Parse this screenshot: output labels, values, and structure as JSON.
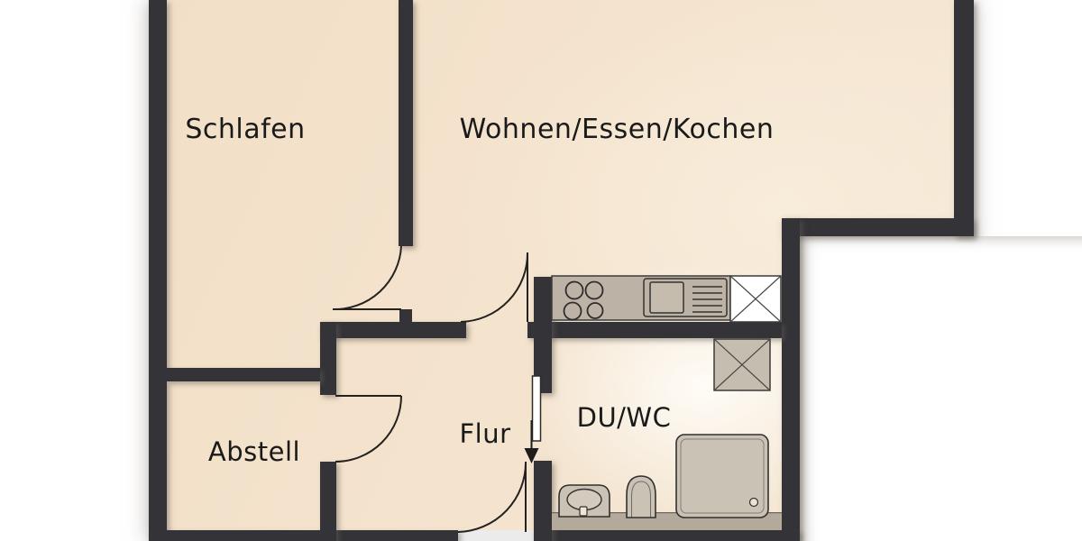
{
  "plan": {
    "type": "apartment-floor-plan",
    "language": "de"
  },
  "rooms": [
    {
      "id": "schlafen",
      "label": "Schlafen"
    },
    {
      "id": "wohnen-essen-kochen",
      "label": "Wohnen/Essen/Kochen"
    },
    {
      "id": "abstell",
      "label": "Abstell"
    },
    {
      "id": "flur",
      "label": "Flur"
    },
    {
      "id": "du-wc",
      "label": "DU/WC"
    }
  ],
  "fixtures": [
    {
      "icon": "stove-icon",
      "shape": "4 circles on kitchen counter"
    },
    {
      "icon": "kitchen-sink-icon",
      "shape": "square basin with drainer lines"
    },
    {
      "icon": "shaft-icon-kitchen",
      "shape": "white box with X at counter end"
    },
    {
      "icon": "shaft-icon-bath",
      "shape": "beige box with X in DU/WC"
    },
    {
      "icon": "shower-icon",
      "shape": "rounded square tray with drain"
    },
    {
      "icon": "toilet-icon",
      "shape": "rounded bowl against bottom wall"
    },
    {
      "icon": "washbasin-icon",
      "shape": "oval basin with tap"
    },
    {
      "icon": "door-swing-icon",
      "shape": "quarter-circle arcs at 4 doors"
    },
    {
      "icon": "sliding-door-icon",
      "shape": "thin white panel at DU/WC opening"
    },
    {
      "icon": "entrance-arrow-icon",
      "shape": "downward arrow at entrance"
    }
  ],
  "colors": {
    "wall": "#333338",
    "floor": "#f3e1ca",
    "floor_highlight": "#fdf8f0",
    "counter": "#bcb3a6",
    "fixture_fill": "#cac1b5",
    "ledge": "#b3aa9c",
    "shaft_white": "#ffffff",
    "shaft_beige": "#c6bdb1",
    "outline": "#2b2a28",
    "label_text": "#1a1a1a",
    "background": "#ffffff"
  }
}
